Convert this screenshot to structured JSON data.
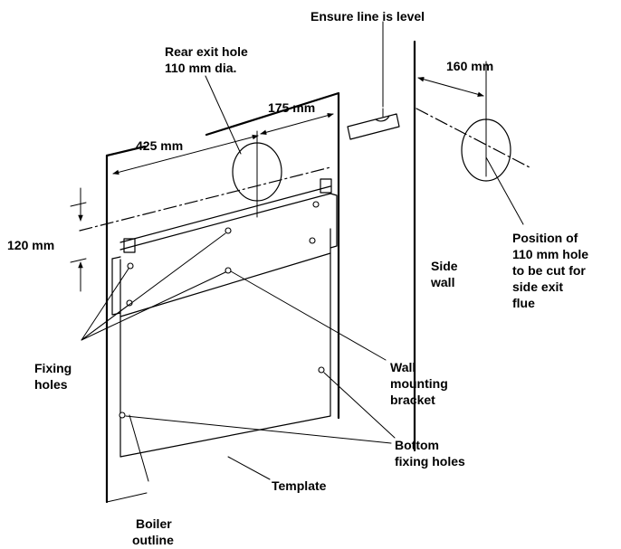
{
  "labels": {
    "ensure_level": "Ensure line is level",
    "rear_exit_1": "Rear exit hole",
    "rear_exit_2": "110 mm dia.",
    "dim_175": "175 mm",
    "dim_425": "425 mm",
    "dim_160": "160 mm",
    "dim_120": "120 mm",
    "side_wall_1": "Side",
    "side_wall_2": "wall",
    "position_1": "Position of",
    "position_2": "110 mm hole",
    "position_3": "to be cut for",
    "position_4": "side exit",
    "position_5": "flue",
    "fixing_1": "Fixing",
    "fixing_2": "holes",
    "bracket_1": "Wall",
    "bracket_2": "mounting",
    "bracket_3": "bracket",
    "bottom_1": "Bottom",
    "bottom_2": "fixing holes",
    "template": "Template",
    "boiler_1": "Boiler",
    "boiler_2": "outline"
  }
}
